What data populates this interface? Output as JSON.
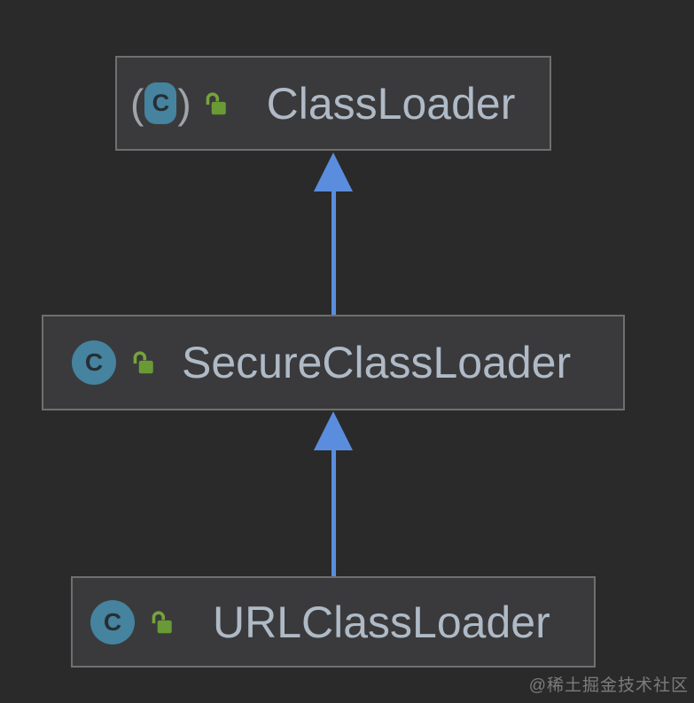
{
  "classes": [
    {
      "name": "ClassLoader",
      "icon_letter": "C",
      "paren_left": "(",
      "paren_right": ")"
    },
    {
      "name": "SecureClassLoader",
      "icon_letter": "C"
    },
    {
      "name": "URLClassLoader",
      "icon_letter": "C"
    }
  ],
  "relations": [
    {
      "from": "SecureClassLoader",
      "to": "ClassLoader",
      "type": "inheritance"
    },
    {
      "from": "URLClassLoader",
      "to": "SecureClassLoader",
      "type": "inheritance"
    }
  ],
  "icons": {
    "class_icon": "class-icon",
    "visibility_icon": "unlocked-icon"
  },
  "colors": {
    "background": "#2a2a2a",
    "node_fill": "#3a3a3c",
    "node_border": "#6f6f6f",
    "arrow": "#5b8dde",
    "class_icon_fill": "#45839f",
    "lock_green": "#699a36",
    "label_text": "#afbac6"
  },
  "watermark": "@稀土掘金技术社区"
}
